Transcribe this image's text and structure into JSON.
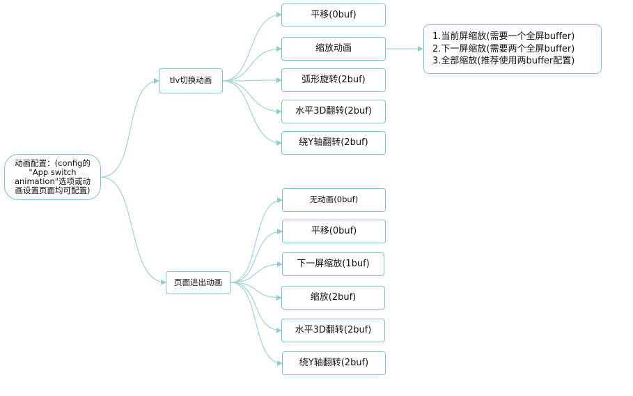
{
  "root": {
    "lines": [
      "动画配置：(config的",
      "\"App switch",
      "animation\"选项或动",
      "画设置页面均可配置)"
    ]
  },
  "tlv": {
    "label": "tlv切换动画",
    "children": [
      "平移(0buf)",
      "缩放动画",
      "弧形旋转(2buf)",
      "水平3D翻转(2buf)",
      "绕Y轴翻转(2buf)"
    ]
  },
  "page": {
    "label": "页面进出动画",
    "children": [
      "无动画(0buf)",
      "平移(0buf)",
      "下一屏缩放(1buf)",
      "缩放(2buf)",
      "水平3D翻转(2buf)",
      "绕Y轴翻转(2buf)"
    ]
  },
  "note": {
    "lines": [
      "1.当前屏缩放(需要一个全屏buffer)",
      "2.下一屏缩放(需要两个全屏buffer)",
      "3.全部缩放(推荐使用两buffer配置)"
    ]
  },
  "colors": {
    "edge": "#a8d6d8",
    "border": "#7fc4c8",
    "arrow": "#8fcdd0"
  }
}
